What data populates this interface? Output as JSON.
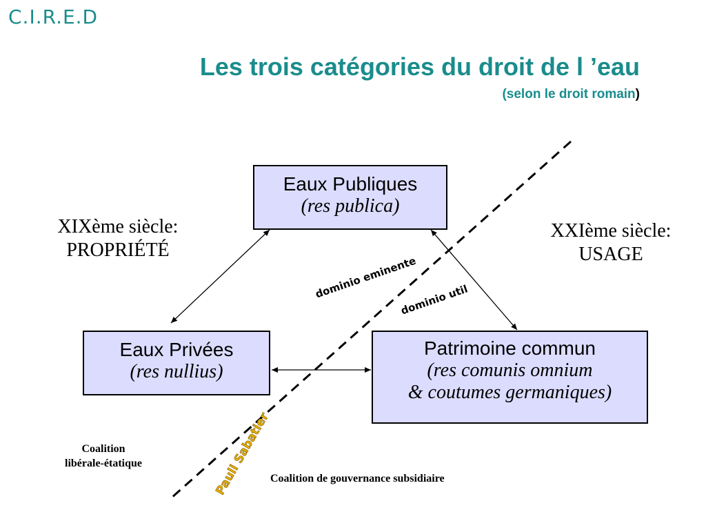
{
  "header": {
    "org": "C.I.R.E.D",
    "title": "Les trois catégories du droit de l ’eau",
    "subtitle": "(selon le droit romain",
    "subtitle_close": ")"
  },
  "nodes": {
    "public": {
      "name": "Eaux Publiques",
      "latin": "(res publica)"
    },
    "private": {
      "name": "Eaux Privées",
      "latin": "(res nullius)"
    },
    "commons": {
      "name": "Patrimoine commun",
      "latin_line1": "(res comunis omnium",
      "latin_line2": "& coutumes germaniques)"
    }
  },
  "sides": {
    "left_line1": "XIXème siècle:",
    "left_line2": "PROPRIÉTÉ",
    "right_line1": "XXIème siècle:",
    "right_line2": "USAGE"
  },
  "edge_labels": {
    "eminente": "dominio eminente",
    "util": "dominio util"
  },
  "coalitions": {
    "left_line1": "Coalition",
    "left_line2": "libérale-étatique",
    "right": "Coalition de gouvernance subsidiaire"
  },
  "stamp": "Pauli Sabatier",
  "colors": {
    "teal": "#1a8c8c",
    "box_fill": "#dcdcff",
    "stamp": "#e8b000"
  }
}
